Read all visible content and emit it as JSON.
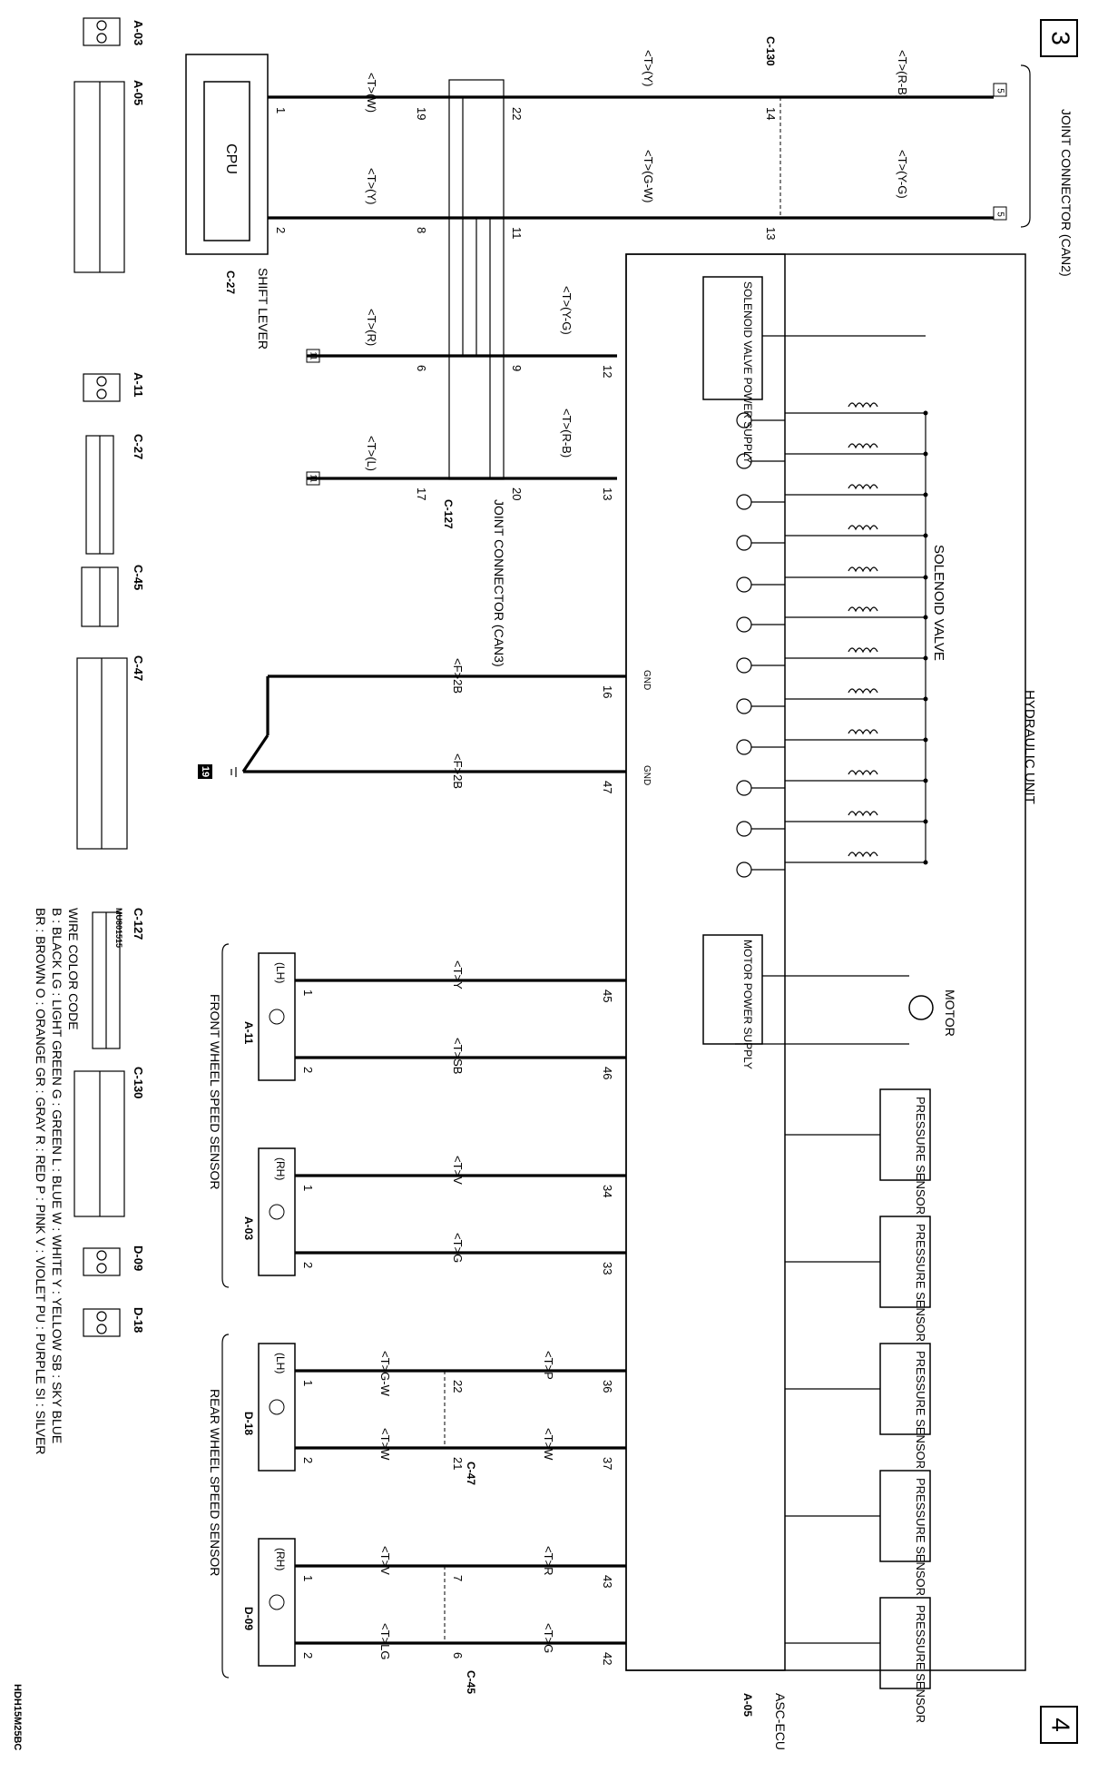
{
  "page_numbers": {
    "top": "3",
    "bottom": "4"
  },
  "code": "HDH15M25BC",
  "joint_can2": {
    "label": "JOINT CONNECTOR (CAN2)",
    "pins": [
      "5",
      "5"
    ]
  },
  "joint_can3": {
    "label": "JOINT CONNECTOR (CAN3)",
    "id": "C-127"
  },
  "shift_lever": {
    "label": "SHIFT LEVER",
    "id": "C-27",
    "cpu": "CPU"
  },
  "c130": "C-130",
  "hydraulic_unit": "HYDRAULIC UNIT",
  "solenoid_valve": "SOLENOID VALVE",
  "solenoid_power": "SOLENOID VALVE POWER SUPPLY",
  "motor": "MOTOR",
  "motor_power": "MOTOR POWER SUPPLY",
  "pressure_sensors": [
    "PRESSURE SENSOR",
    "PRESSURE SENSOR",
    "PRESSURE SENSOR",
    "PRESSURE SENSOR",
    "PRESSURE SENSOR"
  ],
  "asc_ecu": {
    "label": "ASC-ECU",
    "id": "A-05"
  },
  "ground": {
    "label": "19",
    "gnd": [
      "GND",
      "GND"
    ]
  },
  "front_sensor": {
    "label": "FRONT WHEEL SPEED SENSOR",
    "lh": "(LH)",
    "rh": "(RH)",
    "lh_id": "A-11",
    "rh_id": "A-03"
  },
  "rear_sensor": {
    "label": "REAR WHEEL SPEED SENSOR",
    "lh": "(LH)",
    "rh": "(RH)",
    "lh_id": "D-18",
    "rh_id": "D-09"
  },
  "c47": "C-47",
  "c45": "C-45",
  "can_wires": [
    {
      "label": "<T>(W)",
      "pins": [
        "1",
        "19"
      ],
      "ground": ""
    },
    {
      "label": "<T>(Y)",
      "pins": [
        "22",
        "14"
      ],
      "ground": ""
    },
    {
      "label": "<T>(R-B)",
      "pins": [
        "",
        ""
      ],
      "ground": ""
    },
    {
      "label": "<T>(Y)",
      "pins": [
        "2",
        "8"
      ],
      "ground": ""
    },
    {
      "label": "<T>(G-W)",
      "pins": [
        "11",
        "13"
      ],
      "ground": ""
    },
    {
      "label": "<T>(Y-G)",
      "pins": [
        "",
        ""
      ],
      "ground": ""
    },
    {
      "label": "<T>(R)",
      "pins": [
        "6",
        "9"
      ],
      "ground": "11"
    },
    {
      "label": "<T>(Y-G)",
      "pins": [
        "12",
        ""
      ],
      "ground": ""
    },
    {
      "label": "<T>(L)",
      "pins": [
        "17",
        "20"
      ],
      "ground": "11"
    },
    {
      "label": "<T>(R-B)",
      "pins": [
        "13",
        ""
      ],
      "ground": ""
    }
  ],
  "gnd_wires": [
    "<F>2B",
    "<F>2B",
    "16",
    "47"
  ],
  "sensor_wires": [
    {
      "label": "<T>Y",
      "ecu_pin": "45",
      "sensor_pin": "1"
    },
    {
      "label": "<T>SB",
      "ecu_pin": "46",
      "sensor_pin": "2"
    },
    {
      "label": "<T>V",
      "ecu_pin": "34",
      "sensor_pin": "1"
    },
    {
      "label": "<T>G",
      "ecu_pin": "33",
      "sensor_pin": "2"
    },
    {
      "label": "<T>G-W",
      "label2": "<T>P",
      "ecu_pin": "36",
      "mid_pin": "22",
      "sensor_pin": "1"
    },
    {
      "label": "<T>W",
      "label2": "<T>W",
      "ecu_pin": "37",
      "mid_pin": "21",
      "sensor_pin": "2"
    },
    {
      "label": "<T>V",
      "label2": "<T>R",
      "ecu_pin": "43",
      "mid_pin": "7",
      "sensor_pin": "1"
    },
    {
      "label": "<T>LG",
      "label2": "<T>G",
      "ecu_pin": "42",
      "mid_pin": "6",
      "sensor_pin": "2"
    }
  ],
  "connector_ids": [
    "A-03",
    "A-05",
    "A-11",
    "C-27",
    "C-45",
    "C-47",
    "C-127",
    "C-130",
    "D-09",
    "D-18"
  ],
  "mu_code": "MU801515",
  "wire_color_code": {
    "title": "WIRE COLOR CODE",
    "lines": [
      "B : BLACK    LG : LIGHT GREEN    G : GREEN    L : BLUE    W : WHITE    Y : YELLOW    SB : SKY BLUE",
      "BR : BROWN    O : ORANGE    GR : GRAY    R : RED    P : PINK    V : VIOLET    PU : PURPLE    SI : SILVER"
    ]
  }
}
